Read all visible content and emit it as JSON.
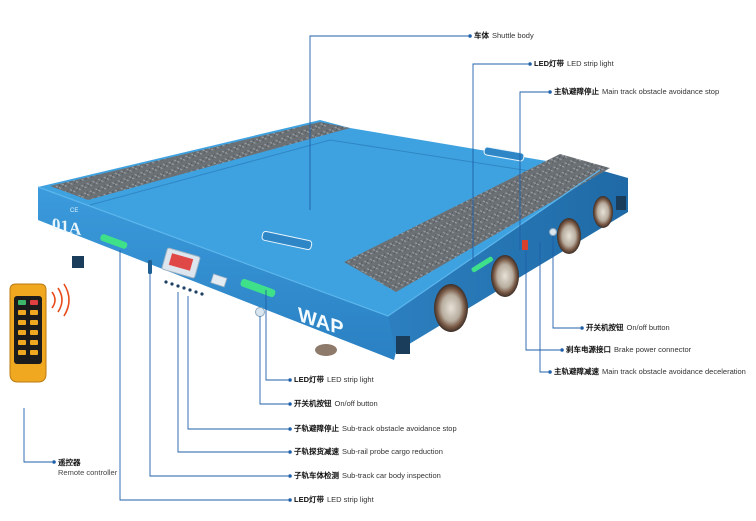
{
  "colors": {
    "body_blue": "#3a9ad9",
    "body_blue_dark": "#1f6fae",
    "plate_gray": "#6e7378",
    "leader_blue": "#1f5fa8",
    "led_green": "#3fe08a",
    "remote_orange": "#f0a820"
  },
  "vehicle": {
    "model_mark": "01A",
    "brand_logo": "WAP",
    "ce_mark": "CE"
  },
  "callouts": [
    {
      "id": "shuttle-body",
      "zh": "车体",
      "en": "Shuttle body"
    },
    {
      "id": "led-top",
      "zh": "LED灯带",
      "en": "LED strip light"
    },
    {
      "id": "main-stop",
      "zh": "主轨避障停止",
      "en": "Main track obstacle avoidance stop"
    },
    {
      "id": "onoff-right",
      "zh": "开关机按钮",
      "en": "On/off button"
    },
    {
      "id": "brake-power",
      "zh": "刹车电源接口",
      "en": "Brake power connector"
    },
    {
      "id": "main-decel",
      "zh": "主轨避障减速",
      "en": "Main track obstacle avoidance deceleration"
    },
    {
      "id": "led-front",
      "zh": "LED灯带",
      "en": "LED strip light"
    },
    {
      "id": "onoff-front",
      "zh": "开关机按钮",
      "en": "On/off button"
    },
    {
      "id": "sub-stop",
      "zh": "子轨避障停止",
      "en": "Sub-track obstacle avoidance stop"
    },
    {
      "id": "sub-probe",
      "zh": "子轨探货减速",
      "en": "Sub-rail probe cargo reduction"
    },
    {
      "id": "sub-inspect",
      "zh": "子轨车体检测",
      "en": "Sub-track car body inspection"
    },
    {
      "id": "led-left",
      "zh": "LED灯带",
      "en": "LED strip light"
    }
  ],
  "remote": {
    "zh": "遥控器",
    "en": "Remote controller"
  }
}
